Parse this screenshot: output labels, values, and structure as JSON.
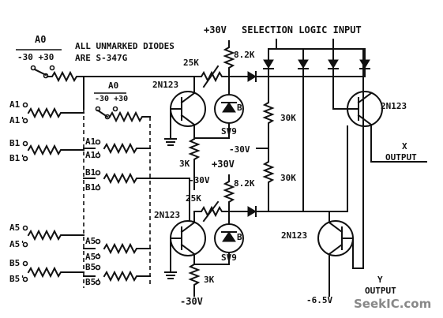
{
  "labels": {
    "a0_top": "A0",
    "range_top": "-30 +30",
    "diodes_note_1": "ALL UNMARKED DIODES",
    "diodes_note_2": "ARE S-347G",
    "a0_mid": "A0",
    "range_mid": "-30 +30",
    "plus30_top": "+30V",
    "selection_logic": "SELECTION LOGIC INPUT",
    "r25k_top": "25K",
    "r8k2_top": "8.2K",
    "q_top_left": "2N123",
    "q_top_right": "2N123",
    "sv9_top": "SV9",
    "r30k_top": "30K",
    "minus30_mid": "-30V",
    "r30k_bottom": "30K",
    "x_output_1": "X",
    "x_output_2": "OUTPUT",
    "r3k_top": "3K",
    "plus30_mid": "+30V",
    "minus30_left": "-30V",
    "r8k2_bottom": "8.2K",
    "r25k_bottom": "25K",
    "q_bottom_left": "2N123",
    "q_bottom_right": "2N123",
    "sv9_bottom": "SV9",
    "r3k_bottom": "3K",
    "minus30_bottom": "-30V",
    "minus6v5": "-6.5V",
    "y_output_1": "Y",
    "y_output_2": "OUTPUT",
    "watermark": "SeekIC.com",
    "b_top": "B",
    "b_bottom": "B"
  },
  "inputs_left": [
    "A1",
    "A1'",
    "B1",
    "B1'",
    "A5",
    "A5'",
    "B5",
    "B5'"
  ],
  "inputs_mid": [
    "A1",
    "A1'",
    "B1",
    "B1'",
    "A5",
    "A5'",
    "B5",
    "B5'"
  ]
}
